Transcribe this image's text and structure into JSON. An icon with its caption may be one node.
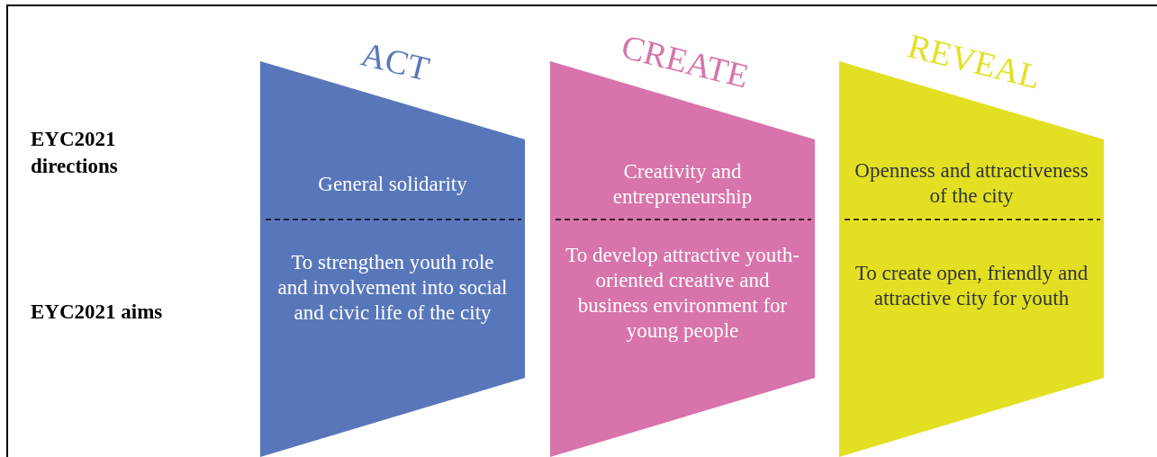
{
  "diagram": {
    "nodes": [
      {
        "text": [
          "ACT",
          "General solidarity",
          "To strengthen youth role and involvement into social and civic life of the city"
        ]
      },
      {
        "text": [
          "CREATE",
          "Creativity and entrepreneurship",
          "To develop attractive youth-oriented creative and business environment for young people"
        ]
      },
      {
        "text": [
          "REVEAL",
          "Openness and attractiveness of the city",
          "To create open, friendly and attractive city for youth"
        ]
      }
    ],
    "labels": [
      "EYC2021 directions",
      "EYC2021 aims"
    ]
  }
}
